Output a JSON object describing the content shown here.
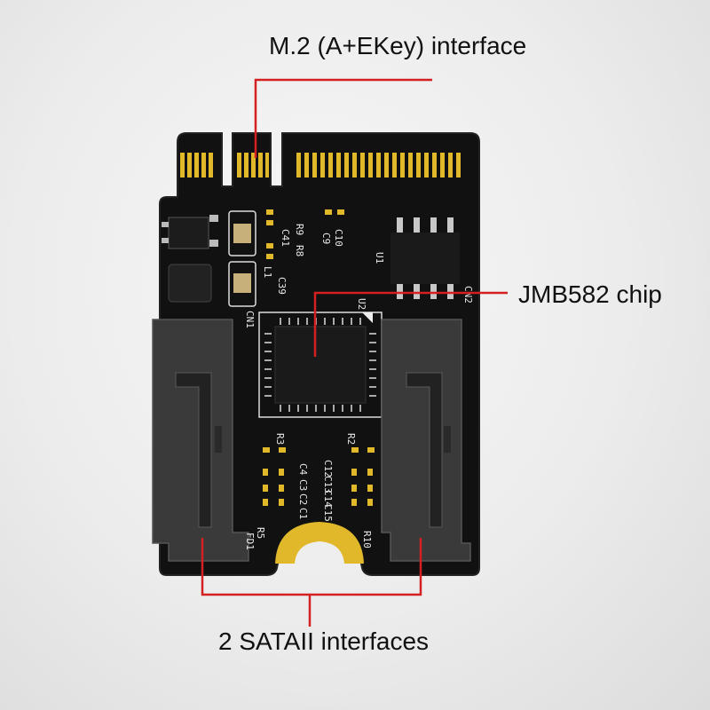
{
  "callouts": {
    "m2_interface": "M.2 (A+EKey) interface",
    "chip": "JMB582 chip",
    "sata": "2 SATAII interfaces"
  },
  "silkscreen": {
    "r9": "R9",
    "r8": "R8",
    "c41": "C41",
    "c10": "C10",
    "c9": "C9",
    "u1": "U1",
    "l1": "L1",
    "c39": "C39",
    "cn1": "CN1",
    "cn2": "CN2",
    "u2": "U2",
    "r3": "R3",
    "r2": "R2",
    "c4": "C4",
    "c3": "C3",
    "c2": "C2",
    "c1": "C1",
    "c12": "C12",
    "c13": "C13",
    "c14": "C14",
    "c15": "C15",
    "r5": "R5",
    "r10": "R10",
    "fd1": "FD1"
  },
  "colors": {
    "pcb": "#101010",
    "gold": "#e0b82a",
    "callout_line": "#d42020",
    "connector": "#3a3a3a"
  }
}
